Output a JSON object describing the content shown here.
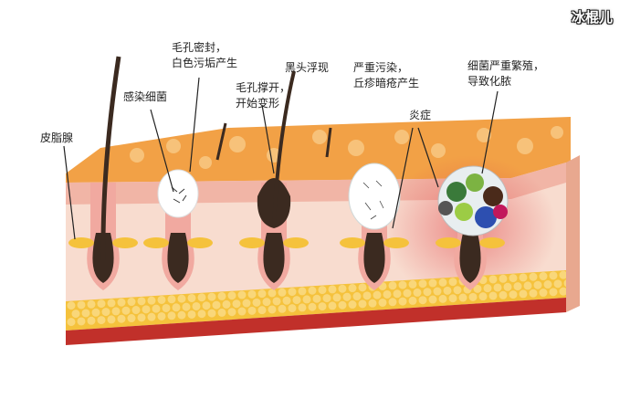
{
  "watermark": "冰棍儿",
  "labels": {
    "sebaceous_gland": "皮脂腺",
    "infected_bacteria": "感染细菌",
    "pore_sealed_line1": "毛孔密封，",
    "pore_sealed_line2": "白色污垢产生",
    "pore_stretched_line1": "毛孔撑开，",
    "pore_stretched_line2": "开始变形",
    "blackhead": "黑头浮现",
    "severe_pollution_line1": "严重污染，",
    "severe_pollution_line2": "丘疹暗疮产生",
    "inflammation": "炎症",
    "bacteria_multiply_line1": "细菌严重繁殖，",
    "bacteria_multiply_line2": "导致化脓"
  },
  "colors": {
    "epidermis": "#f2a146",
    "dermis": "#f8dccf",
    "fat": "#f5c23c",
    "muscle": "#c1302a",
    "follicle": "#3b2a20"
  }
}
